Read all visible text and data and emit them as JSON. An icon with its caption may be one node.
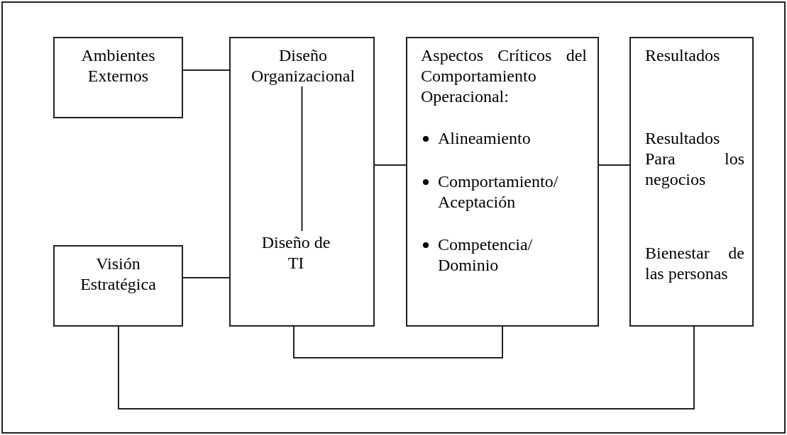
{
  "diagram": {
    "nodes": [
      {
        "text": [
          "Ambientes Externos"
        ]
      },
      {
        "text": [],
        "shape": "box"
      },
      {
        "text": [
          "Diseño Organizacional"
        ],
        "in": 1
      },
      {
        "text": [
          "Diseño de TI"
        ],
        "in": 1
      },
      {
        "text": [
          "Aspectos Críticos del Comportamiento Operacional:",
          "Alineamiento",
          "Comportamiento/ Aceptación",
          "Competencia/ Dominio"
        ]
      },
      {
        "text": [
          "Resultados",
          "Resultados Para los negocios",
          "Bienestar de las personas"
        ]
      },
      {
        "text": [
          "Visión Estratégica"
        ]
      }
    ],
    "edges": [
      {
        "from": 0,
        "to": 1,
        "arrow": "none"
      },
      {
        "from": 6,
        "to": 1,
        "arrow": "none"
      },
      {
        "from": 1,
        "to": 4,
        "arrow": "none"
      },
      {
        "from": 4,
        "to": 5,
        "arrow": "none"
      },
      {
        "from": 1,
        "to": 4,
        "arrow": "none"
      },
      {
        "from": 6,
        "to": 5,
        "arrow": "none"
      },
      {
        "from": 2,
        "to": 3,
        "arrow": "none"
      }
    ]
  }
}
